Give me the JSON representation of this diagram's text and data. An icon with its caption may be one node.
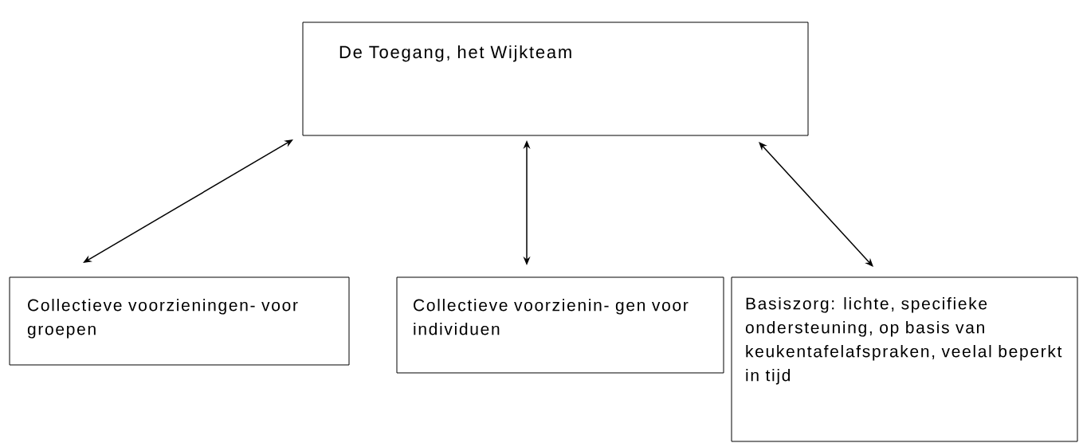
{
  "diagram": {
    "nodes": [
      {
        "text": [
          "De Toegang, het Wijkteam"
        ]
      },
      {
        "text": [
          "Collectieve voorzieningen- voor groepen"
        ]
      },
      {
        "text": [
          "Collectieve voorzienin- gen voor individuen"
        ]
      },
      {
        "text": [
          "Basiszorg: lichte, specifieke ondersteuning, op basis van keukentafelafspraken, veelal beperkt in tijd"
        ]
      }
    ],
    "edges": [
      {
        "from": 0,
        "to": 1,
        "arrow": "both"
      },
      {
        "from": 0,
        "to": 2,
        "arrow": "both"
      },
      {
        "from": 0,
        "to": 3,
        "arrow": "both"
      }
    ]
  }
}
